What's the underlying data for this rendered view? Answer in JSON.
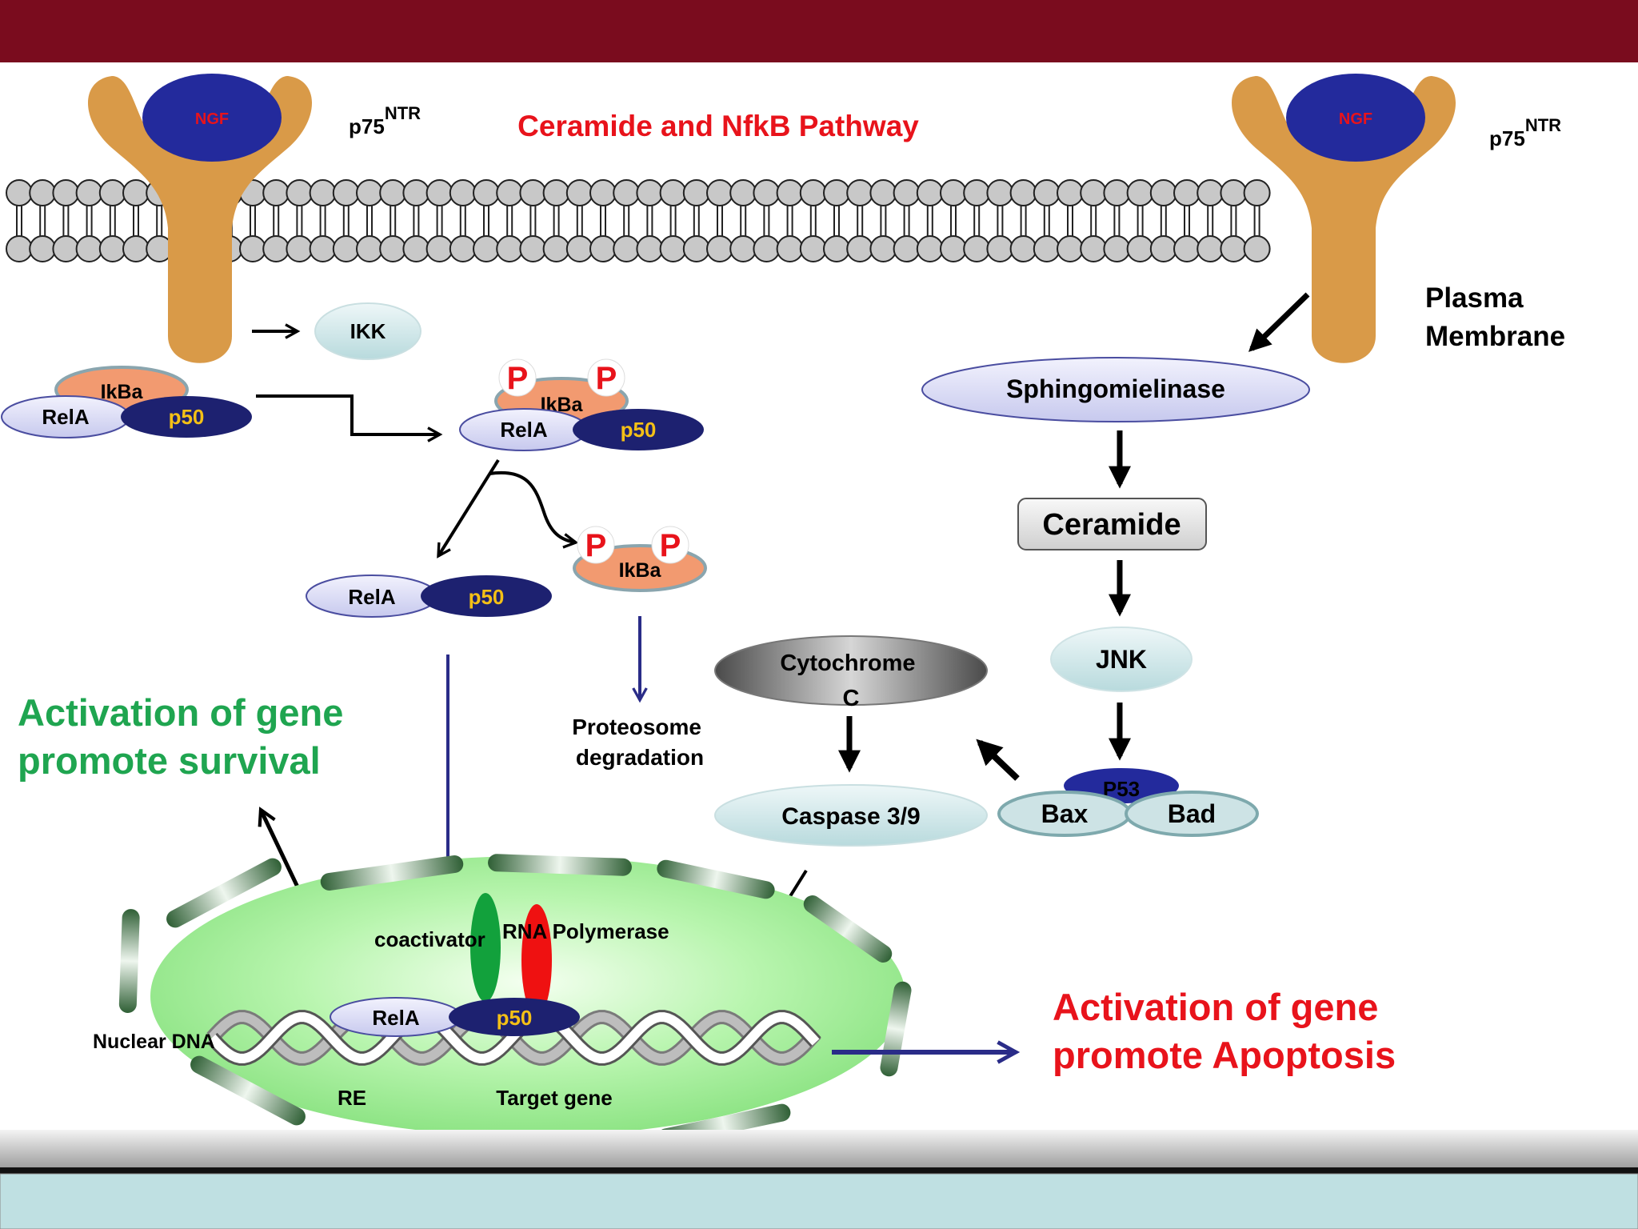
{
  "colors": {
    "top_band": "#7a0c1e",
    "title_red": "#e8131b",
    "survival_green": "#1fa550",
    "apoptosis_red": "#e8131b",
    "receptor_orange": "#d99a48",
    "ngf_blue": "#232a9c",
    "ngf_text": "#e8131b",
    "p50_navy": "#1d2170",
    "p50_text": "#f4c016",
    "rela_lavender": "#d7d8f3",
    "ikba_salmon": "#f29a70",
    "ikk_teal": "#cfe4e6",
    "arrow_blue": "#2a2c88",
    "nucleus_green": "#a8f0a0",
    "bottom_band": "#bfe0e2"
  },
  "labels": {
    "title": "Ceramide and NfkB Pathway",
    "ngf": "NGF",
    "p75": "p75",
    "ntr": "NTR",
    "plasma_membrane_line1": "Plasma",
    "plasma_membrane_line2": "Membrane",
    "ikk": "IKK",
    "ikba": "IkBa",
    "rela": "RelA",
    "p50": "p50",
    "phospho": "P",
    "proteosome_line1": "Proteosome",
    "proteosome_line2": "degradation",
    "sphingomyelinase": "Sphingomielinase",
    "ceramide": "Ceramide",
    "jnk": "JNK",
    "cytochrome_line1": "Cytochrome",
    "cytochrome_line2": "C",
    "caspase": "Caspase 3/9",
    "p53": "P53",
    "bax": "Bax",
    "bad": "Bad",
    "survival_line1": "Activation of gene",
    "survival_line2": "promote survival",
    "apoptosis_line1": "Activation of gene",
    "apoptosis_line2": "promote Apoptosis",
    "coactivator": "coactivator",
    "rna_polymerase": "RNA Polymerase",
    "nuclear_dna": "Nuclear DNA",
    "re": "RE",
    "target_gene": "Target gene"
  }
}
